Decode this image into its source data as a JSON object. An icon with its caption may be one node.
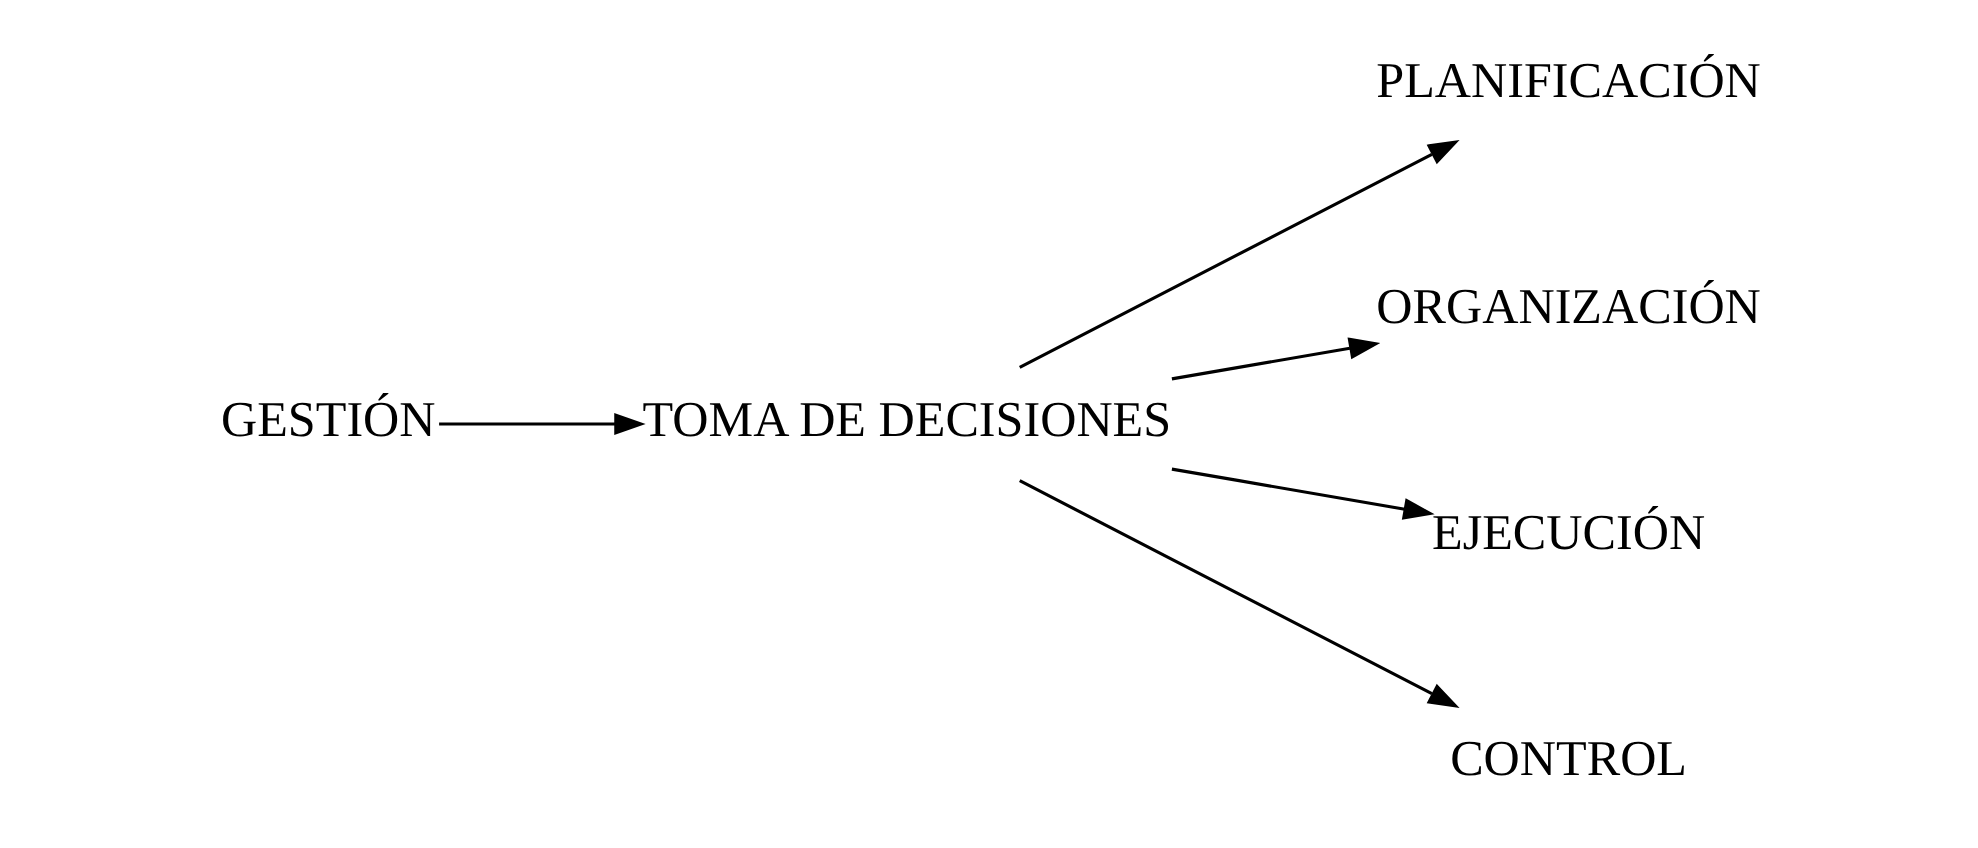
{
  "diagram": {
    "nodes": [
      {
        "text": [
          "GESTIÓN"
        ]
      },
      {
        "text": [
          "TOMA DE DECISIONES"
        ]
      },
      {
        "text": [
          "PLANIFICACIÓN"
        ]
      },
      {
        "text": [
          "ORGANIZACIÓN"
        ]
      },
      {
        "text": [
          "EJECUCIÓN"
        ]
      },
      {
        "text": [
          "CONTROL"
        ]
      }
    ],
    "edges": [
      {
        "from": 0,
        "to": 1,
        "arrow": "to"
      },
      {
        "from": 1,
        "to": 2,
        "arrow": "to"
      },
      {
        "from": 1,
        "to": 3,
        "arrow": "to"
      },
      {
        "from": 1,
        "to": 4,
        "arrow": "to"
      },
      {
        "from": 1,
        "to": 5,
        "arrow": "to"
      }
    ]
  }
}
